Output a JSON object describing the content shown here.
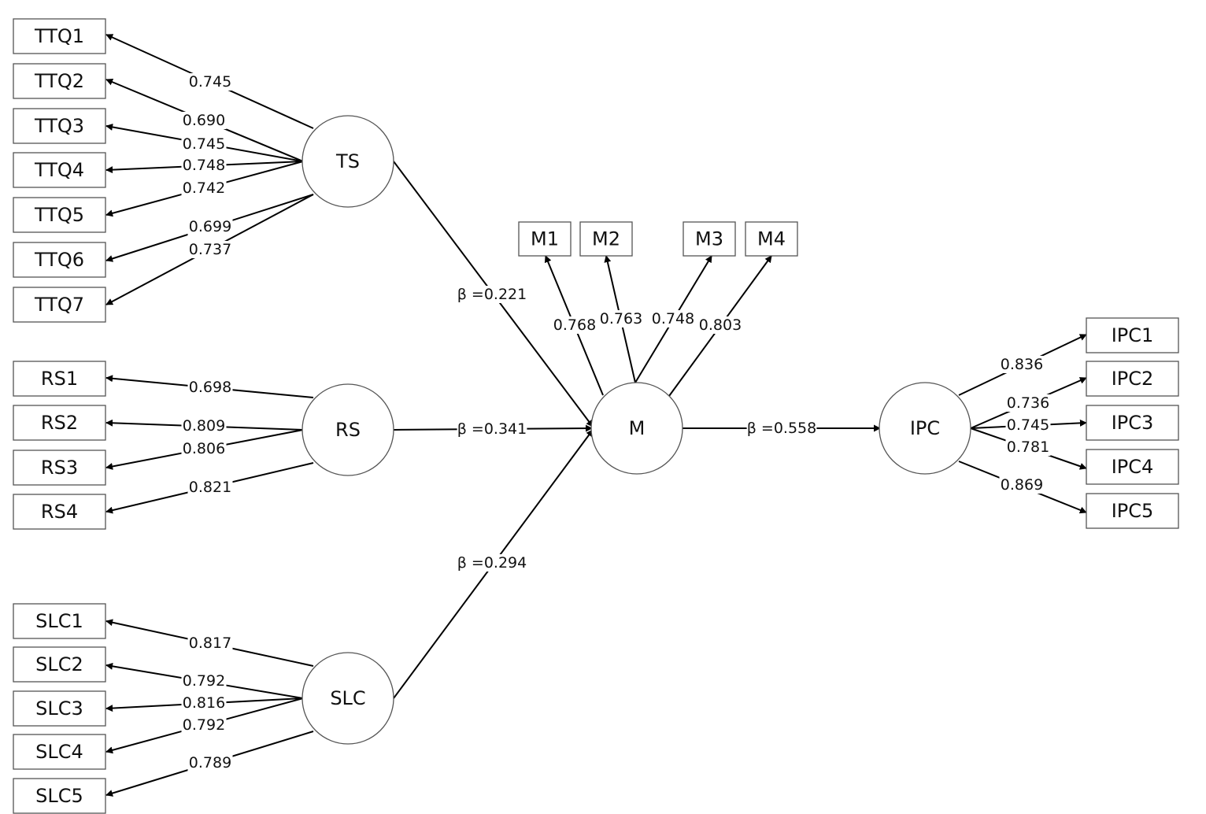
{
  "latent": {
    "TS": "TS",
    "RS": "RS",
    "SLC": "SLC",
    "M": "M",
    "IPC": "IPC"
  },
  "indicators": {
    "TTQ1": "TTQ1",
    "TTQ2": "TTQ2",
    "TTQ3": "TTQ3",
    "TTQ4": "TTQ4",
    "TTQ5": "TTQ5",
    "TTQ6": "TTQ6",
    "TTQ7": "TTQ7",
    "RS1": "RS1",
    "RS2": "RS2",
    "RS3": "RS3",
    "RS4": "RS4",
    "SLC1": "SLC1",
    "SLC2": "SLC2",
    "SLC3": "SLC3",
    "SLC4": "SLC4",
    "SLC5": "SLC5",
    "M1": "M1",
    "M2": "M2",
    "M3": "M3",
    "M4": "M4",
    "IPC1": "IPC1",
    "IPC2": "IPC2",
    "IPC3": "IPC3",
    "IPC4": "IPC4",
    "IPC5": "IPC5"
  },
  "loadings": {
    "TTQ1": "0.745",
    "TTQ2": "0.690",
    "TTQ3": "0.745",
    "TTQ4": "0.748",
    "TTQ5": "0.742",
    "TTQ6": "0.699",
    "TTQ7": "0.737",
    "RS1": "0.698",
    "RS2": "0.809",
    "RS3": "0.806",
    "RS4": "0.821",
    "SLC1": "0.817",
    "SLC2": "0.792",
    "SLC3": "0.816",
    "SLC4": "0.792",
    "SLC5": "0.789",
    "M1": "0.768",
    "M2": "0.763",
    "M3": "0.748",
    "M4": "0.803",
    "IPC1": "0.836",
    "IPC2": "0.736",
    "IPC3": "0.745",
    "IPC4": "0.781",
    "IPC5": "0.869"
  },
  "paths": {
    "TS_M": "β =0.221",
    "RS_M": "β =0.341",
    "SLC_M": "β =0.294",
    "M_IPC": "β =0.558"
  }
}
